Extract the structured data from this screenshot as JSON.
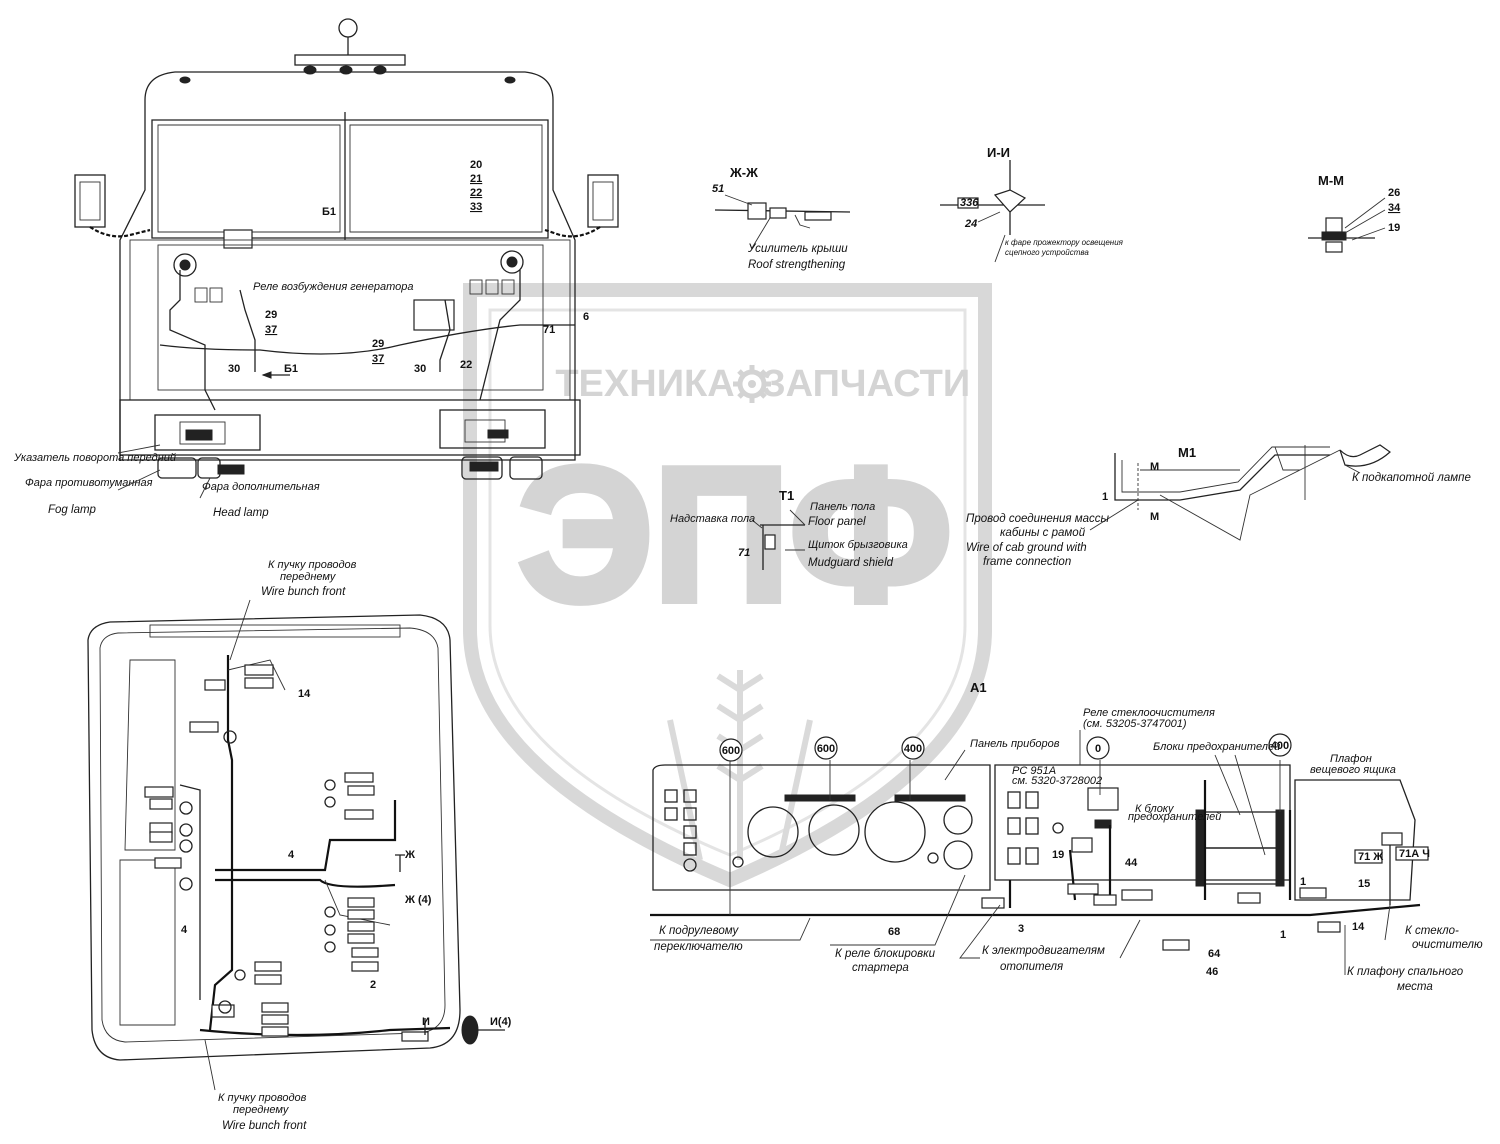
{
  "watermark": {
    "left_word": "ТЕХНИКА",
    "right_word": "ЗАПЧАСТИ",
    "logo_letters": "ЭПФ",
    "gear_icon": "gear-icon"
  },
  "front_view": {
    "callouts": {
      "c20": "20",
      "c21": "21",
      "c22a": "22",
      "c33": "33",
      "b1": "Б1",
      "c29a": "29",
      "c37a": "37",
      "c29b": "29",
      "c37b": "37",
      "c30a": "30",
      "c30b": "30",
      "c22b": "22",
      "c71": "71",
      "c6": "6",
      "b1_arrow": "Б1"
    },
    "relay_label": "Реле возбуждения генератора",
    "turn_signal_ru": "Указатель поворота передний",
    "fog_ru": "Фара противотуманная",
    "fog_en": "Fog lamp",
    "head_ru": "Фара дополнительная",
    "head_en": "Head lamp"
  },
  "section_zz": {
    "title": "Ж-Ж",
    "callout": "51",
    "ru": "Усилитель крыши",
    "en": "Roof strengthening"
  },
  "section_ii": {
    "title": "И-И",
    "callout_a": "336",
    "callout_b": "24",
    "note": "к фаре прожектору освещения сцепного устройства"
  },
  "section_mm": {
    "title": "М-М",
    "c26": "26",
    "c34": "34",
    "c19": "19"
  },
  "view_m1": {
    "title": "М1",
    "mark_m": "М",
    "callout": "1",
    "hood_lamp": "К подкапотной лампе",
    "ground_ru_1": "Провод соединения массы",
    "ground_ru_2": "кабины с рамой",
    "ground_en_1": "Wire of cab ground with",
    "ground_en_2": "frame connection"
  },
  "view_t1": {
    "title": "Т1",
    "floor_ext": "Надставка пола",
    "floor_ru": "Панель пола",
    "floor_en": "Floor panel",
    "mud_ru": "Щиток брызговика",
    "mud_en": "Mudguard shield",
    "callout": "71"
  },
  "top_view": {
    "bunch_ru_1": "К пучку проводов",
    "bunch_ru_2": "переднему",
    "bunch_en": "Wire bunch front",
    "c14": "14",
    "c4a": "4",
    "c4b": "4",
    "c2": "2",
    "zh": "Ж",
    "zh4": "Ж (4)",
    "i": "И",
    "i4": "И(4)",
    "bunch_bottom_ru_1": "К пучку проводов",
    "bunch_bottom_ru_2": "переднему",
    "bunch_bottom_en": "Wire bunch front"
  },
  "dashboard_view": {
    "title": "А1",
    "p600a": "600",
    "p600b": "600",
    "p400a": "400",
    "p0": "0",
    "p400b": "400",
    "panel": "Панель приборов",
    "relay_1": "Реле стеклоочистителя",
    "relay_2": "(см. 53205-3747001)",
    "rs_1": "РС 951А",
    "rs_2": "см. 5320-3728002",
    "fuse": "Блоки предохранителей",
    "to_fuse_1": "К блоку",
    "to_fuse_2": "предохранителей",
    "plafond_1": "Плафон",
    "plafond_2": "вещевого ящика",
    "tag71zh": "71 Ж",
    "tag71ach": "71А Ч",
    "c19": "19",
    "c44": "44",
    "c1a": "1",
    "c15": "15",
    "c1b": "1",
    "c14": "14",
    "c3": "3",
    "c68": "68",
    "c64": "64",
    "c46": "46",
    "steer_1": "К подрулевому",
    "steer_2": "переключателю",
    "starter_1": "К реле блокировки",
    "starter_2": "стартера",
    "heater_1": "К электродвигателям",
    "heater_2": "отопителя",
    "wiper_1": "К стекло-",
    "wiper_2": "очистителю",
    "sleep_1": "К плафону спального",
    "sleep_2": "места"
  }
}
